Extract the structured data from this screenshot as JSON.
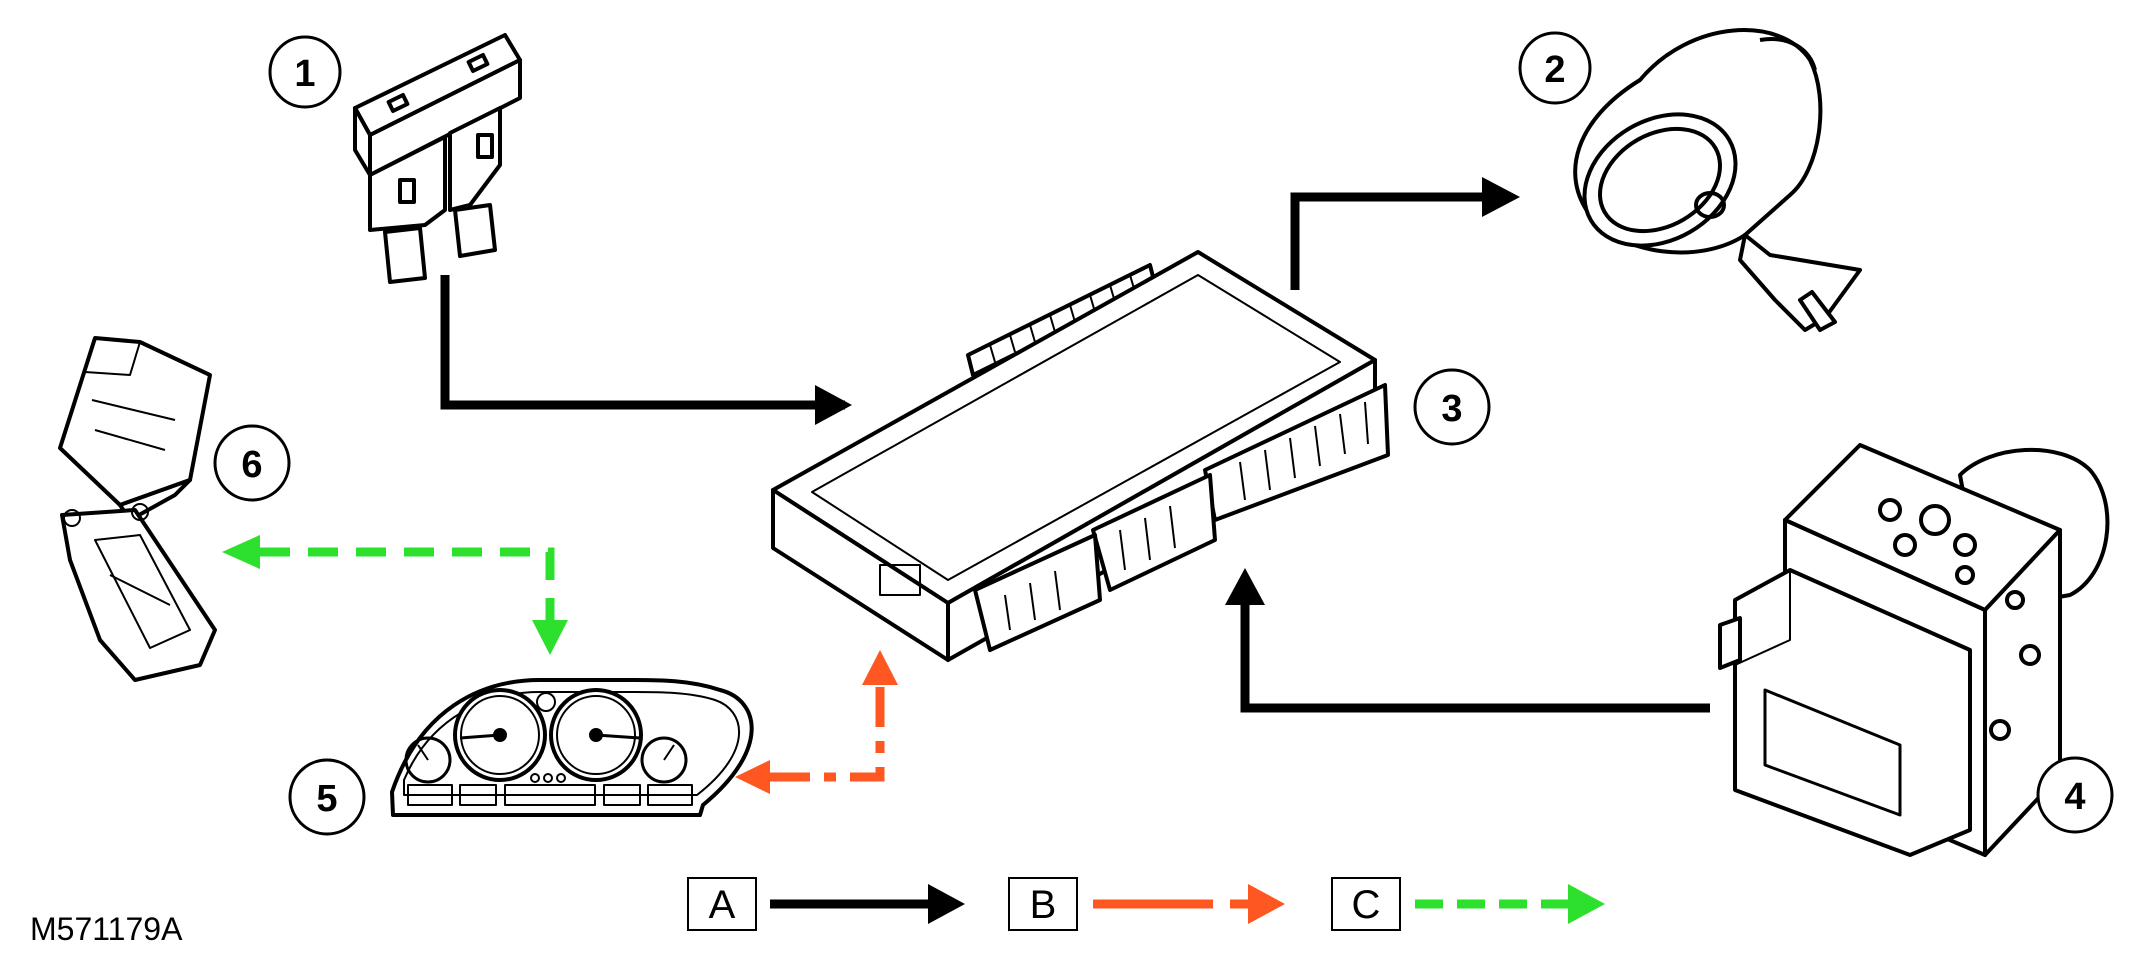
{
  "callouts": {
    "c1": "1",
    "c2": "2",
    "c3": "3",
    "c4": "4",
    "c5": "5",
    "c6": "6"
  },
  "legend": {
    "a": "A",
    "b": "B",
    "c": "C"
  },
  "colors": {
    "line_a": "#000000",
    "line_b": "#ff5722",
    "line_c": "#2de02d"
  },
  "reference_code": "M571179A"
}
